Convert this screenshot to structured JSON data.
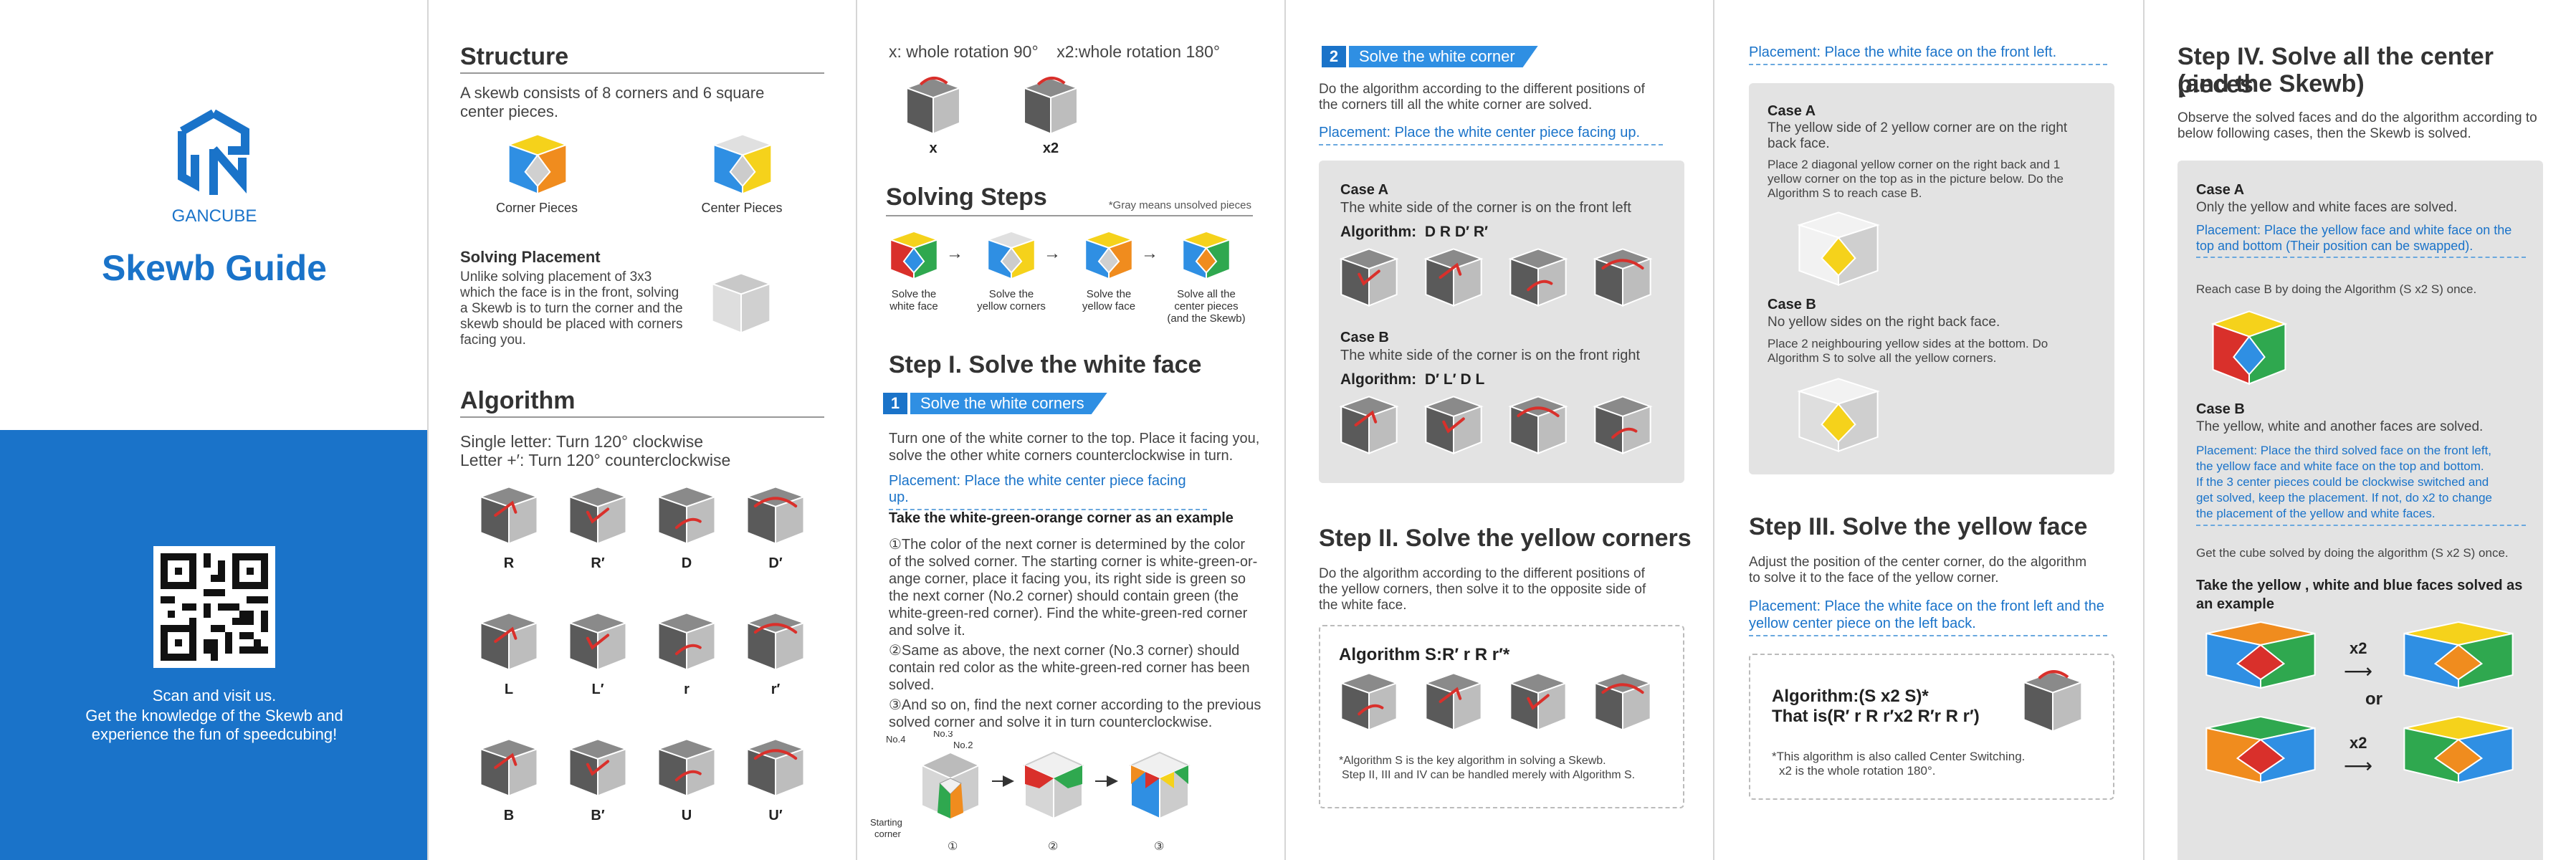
{
  "colors": {
    "brand": "#1a73c9",
    "red": "#d9302b",
    "yellow": "#f5d21b",
    "white": "#f2f2f2",
    "dark": "#505050"
  },
  "p1": {
    "brand": "GANCUBE",
    "title": "Skewb Guide",
    "qr_text_1": "Scan and visit us.",
    "qr_text_2": "Get the knowledge of the Skewb and",
    "qr_text_3": "experience the fun of speedcubing!"
  },
  "p2": {
    "structure_title": "Structure",
    "structure_text_1": "A skewb consists of 8 corners and 6 square",
    "structure_text_2": "center pieces.",
    "corner_label": "Corner Pieces",
    "center_label": "Center Pieces",
    "placement_title": "Solving Placement",
    "placement_text": [
      "Unlike solving placement of 3x3",
      "which the face is in the front, solving",
      "a Skewb is to turn the corner and the",
      "skewb should be placed with corners",
      "facing you."
    ],
    "algorithm_title": "Algorithm",
    "alg_text_1": "Single letter: Turn 120° clockwise",
    "alg_text_2": "Letter +′: Turn 120° counterclockwise",
    "moves": [
      "R",
      "R′",
      "D",
      "D′",
      "L",
      "L′",
      "r",
      "r′",
      "B",
      "B′",
      "U",
      "U′"
    ]
  },
  "p3": {
    "rot_text": "x: whole rotation 90°    x2:whole rotation 180°",
    "rot_labels": [
      "x",
      "x2"
    ],
    "steps_title": "Solving Steps",
    "steps_note": "*Gray means unsolved pieces",
    "step_labels": [
      [
        "Solve the",
        "white face"
      ],
      [
        "Solve the",
        "yellow corners"
      ],
      [
        "Solve the",
        "yellow face"
      ],
      [
        "Solve all the",
        "center pieces",
        "(and the Skewb)"
      ]
    ],
    "step1_title": "Step I. Solve the white face",
    "tag_num": "1",
    "tag_text": "Solve the white corners",
    "intro": [
      "Turn one of the white corner to the top. Place it facing you,",
      "solve the other white corners counterclockwise in turn."
    ],
    "placement": "Placement: Place the white center piece facing up.",
    "example_title": "Take the white-green-orange corner as an example",
    "para1": [
      "①The color of the next corner is determined by the color",
      "of the solved corner. The starting corner is white-green-or-",
      "ange corner, place it facing you, its right side is green so",
      "the next corner (No.2 corner) should contain green (the",
      "white-green-red corner). Find the white-green-red corner",
      "and solve it."
    ],
    "para2": [
      "②Same as above, the next corner (No.3 corner) should",
      "contain red color as the white-green-red corner has been",
      "solved."
    ],
    "para3": [
      "③And so on, find the next corner according to the previous",
      "solved corner and solve it in turn counterclockwise."
    ],
    "diag": {
      "no4": "No.4",
      "no3": "No.3",
      "no2": "No.2",
      "start1": "Starting",
      "start2": "corner",
      "c1": "①",
      "c2": "②",
      "c3": "③"
    }
  },
  "p4": {
    "tag_num": "2",
    "tag_text": "Solve the white corner",
    "intro": [
      "Do the algorithm according to the different positions of",
      "the corners till all the white corner are solved."
    ],
    "placement": "Placement: Place the white center piece facing up.",
    "caseA_title": "Case A",
    "caseA_text": "The white side of the corner is on the front left",
    "caseA_alg": "Algorithm:  D R D′ R′",
    "caseB_title": "Case B",
    "caseB_text": "The white side of the corner is on the front right",
    "caseB_alg": "Algorithm:  D′ L′ D L",
    "step2_title": "Step II. Solve the yellow corners",
    "step2_text": [
      "Do the algorithm according to the different positions of",
      "the yellow corners, then solve it to the opposite side of",
      "the white face."
    ],
    "algS": "Algorithm S:R′ r R r′*",
    "algS_note": [
      "*Algorithm S is the key algorithm in solving a Skewb.",
      "Step II, III and IV can be handled merely with Algorithm S."
    ]
  },
  "p5": {
    "placement": "Placement: Place the white face on the front left.",
    "caseA_title": "Case A",
    "caseA_text": [
      "The yellow side of 2 yellow corner are on the right",
      "back face."
    ],
    "caseA_detail": [
      "Place 2 diagonal yellow corner on the right back and 1",
      "yellow corner on the top as in the picture below. Do the",
      "Algorithm S to reach case B."
    ],
    "caseB_title": "Case B",
    "caseB_text": "No yellow sides on the right back face.",
    "caseB_detail": [
      "Place 2 neighbouring yellow sides at the bottom. Do",
      "Algorithm S to solve all the yellow corners."
    ],
    "step3_title": "Step III. Solve the yellow face",
    "step3_text": [
      "Adjust the position of the center corner, do the algorithm",
      "to solve it to the face of the yellow corner."
    ],
    "placement2": [
      "Placement: Place the white face on the front left and the",
      "yellow center piece on the left back."
    ],
    "alg_line1": "Algorithm:(S x2 S)*",
    "alg_line2": "That is(R′ r R r′x2 R′r R r′)",
    "alg_note": [
      "*This algorithm is also called Center Switching.",
      "x2 is the whole rotation 180°."
    ]
  },
  "p6": {
    "title_1": "Step IV. Solve all the center pieces",
    "title_2": "(and the Skewb)",
    "intro": [
      "Observe the solved faces and do the algorithm according to",
      "below following cases, then the Skewb is solved."
    ],
    "caseA_title": "Case A",
    "caseA_text": "Only the yellow and white faces are solved.",
    "caseA_place": [
      "Placement: Place the yellow face and white face on the",
      "top and bottom (Their position can be swapped)."
    ],
    "caseA_reach": "Reach case B by doing the Algorithm (S x2 S) once.",
    "caseB_title": "Case B",
    "caseB_text": "The yellow, white and another faces are solved.",
    "caseB_place": [
      "Placement: Place the third solved face on the front left,",
      "the yellow face and white face on the top and bottom.",
      "If the 3 center pieces could be clockwise switched and",
      "get solved, keep the placement. If not, do x2 to change",
      "the placement of the yellow and white faces."
    ],
    "caseB_get": "Get the cube solved by doing the algorithm (S x2 S) once.",
    "ex_title_1": "Take the yellow , white and blue faces solved as",
    "ex_title_2": "an example",
    "x2": "x2",
    "or": "or"
  }
}
